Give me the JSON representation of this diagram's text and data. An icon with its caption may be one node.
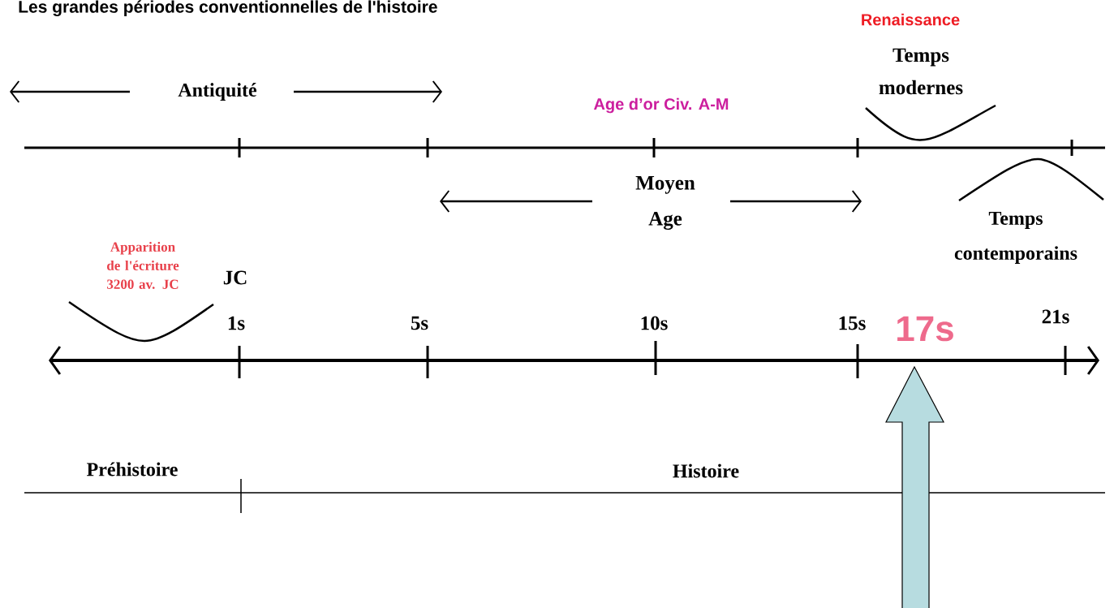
{
  "diagram": {
    "title": "Les grandes périodes conventionnelles de l'histoire",
    "labels": [
      "Renaissance",
      "Temps modernes",
      "Antiquité",
      "Age d’or Civ. A-M",
      "Moyen Age",
      "Temps contemporains",
      "Apparition de l'écriture 3200 av. JC",
      "JC",
      "1s",
      "5s",
      "10s",
      "15s",
      "17s",
      "21s",
      "Préhistoire",
      "Histoire"
    ]
  }
}
